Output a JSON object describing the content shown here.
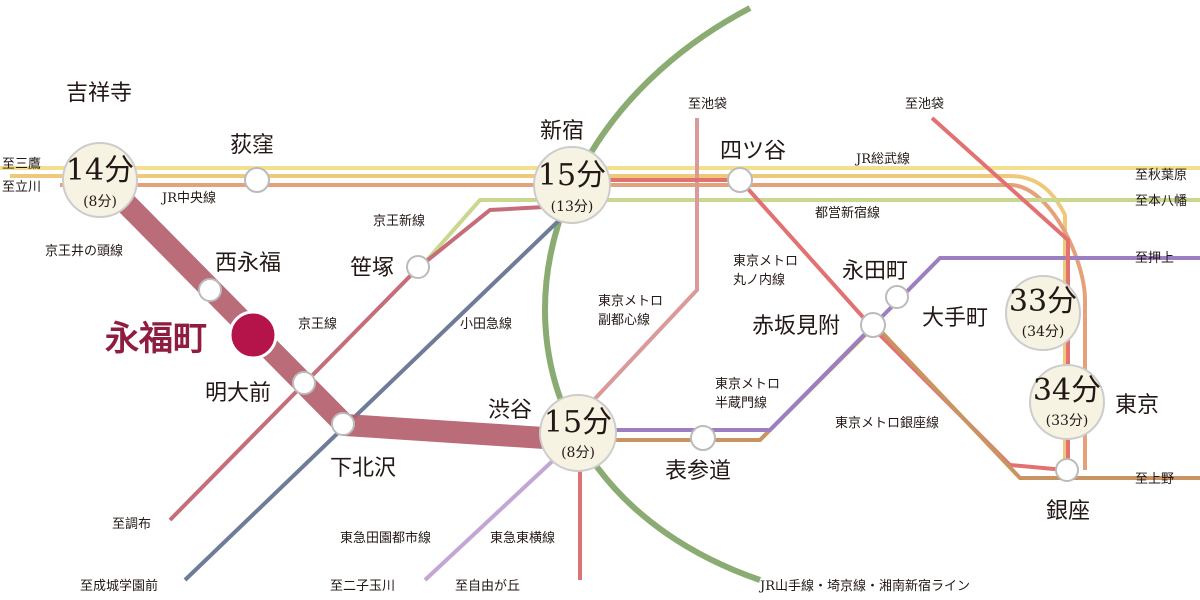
{
  "colors": {
    "chuo": "#f0c87a",
    "sobu": "#f3e08f",
    "shinjuku_line": "#c9d78f",
    "keio": "#c66d7a",
    "inokashira": "#b4606c",
    "odakyu": "#6e7c99",
    "fukutoshin": "#d99a99",
    "marunouchi": "#e27272",
    "hanzomon": "#9b7fc0",
    "ginza": "#c99462",
    "denentoshi": "#c3a6d5",
    "toyoko": "#dd7474",
    "yamanote": "#8aac72",
    "home_station": "#b5144a",
    "time_bubble": "#f7f3e3"
  },
  "home_station": "永福町",
  "stations": {
    "kichijoji": "吉祥寺",
    "ogikubo": "荻窪",
    "nishieifuku": "西永福",
    "meidaimae": "明大前",
    "shimokitazawa": "下北沢",
    "sasazuka": "笹塚",
    "shinjuku": "新宿",
    "shibuya": "渋谷",
    "yotsuya": "四ツ谷",
    "nagatacho": "永田町",
    "akasakamitsuke": "赤坂見附",
    "omotesando": "表参道",
    "otemachi": "大手町",
    "tokyo": "東京",
    "ginza": "銀座"
  },
  "times": {
    "kichijoji": {
      "main": "14分",
      "alt": "(8分)"
    },
    "shinjuku": {
      "main": "15分",
      "alt": "(13分)"
    },
    "shibuya": {
      "main": "15分",
      "alt": "(8分)"
    },
    "otemachi": {
      "main": "33分",
      "alt": "(34分)"
    },
    "tokyo": {
      "main": "34分",
      "alt": "(33分)"
    }
  },
  "lines": {
    "chuo": "JR中央線",
    "sobu": "JR総武線",
    "shinjuku_line": "都営新宿線",
    "keio_new": "京王新線",
    "keio": "京王線",
    "inokashira": "京王井の頭線",
    "odakyu": "小田急線",
    "fukutoshin": "東京メトロ\n副都心線",
    "marunouchi": "東京メトロ\n丸ノ内線",
    "hanzomon": "東京メトロ\n半蔵門線",
    "ginza": "東京メトロ銀座線",
    "denentoshi": "東急田園都市線",
    "toyoko": "東急東横線",
    "yamanote": "JR山手線・埼京線・湘南新宿ライン"
  },
  "destinations": {
    "mitaka": "至三鷹",
    "tachikawa": "至立川",
    "akihabara": "至秋葉原",
    "motoyawata": "至本八幡",
    "oshiage": "至押上",
    "ueno": "至上野",
    "ikebukuro_1": "至池袋",
    "ikebukuro_2": "至池袋",
    "chofu": "至調布",
    "seijo": "至成城学園前",
    "futakotamagawa": "至二子玉川",
    "jiyugaoka": "至自由が丘"
  }
}
